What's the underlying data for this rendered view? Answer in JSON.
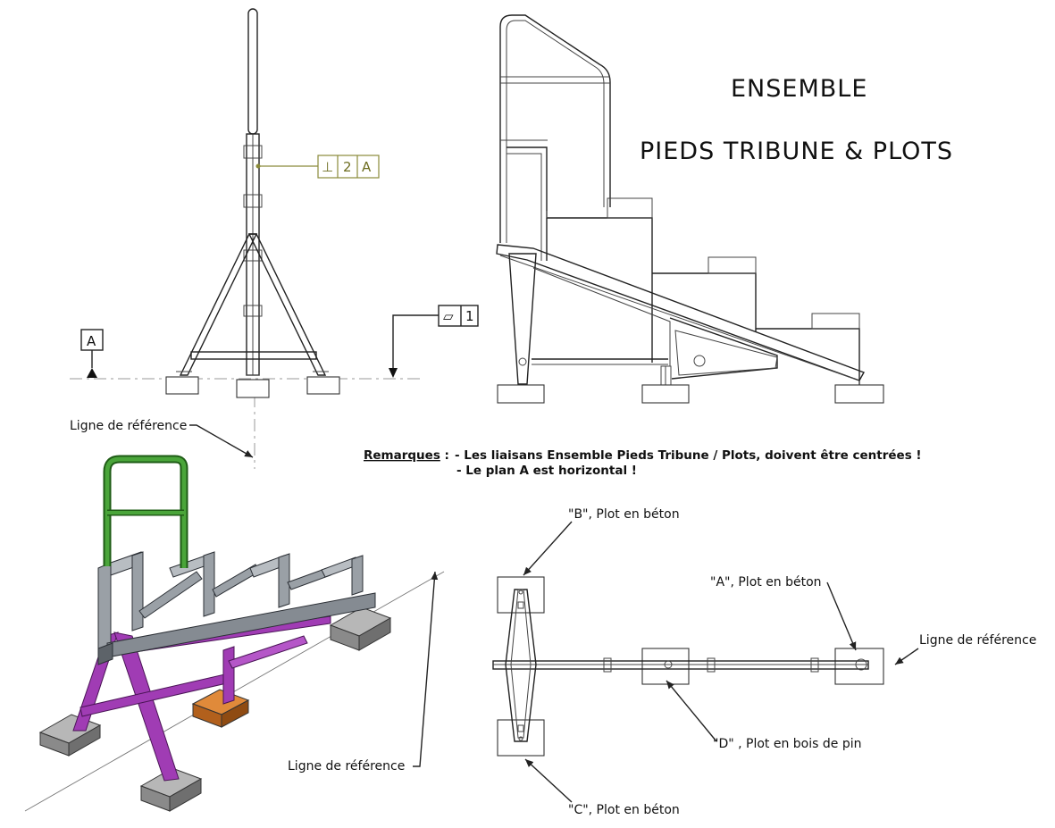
{
  "title": {
    "line1": "ENSEMBLE",
    "line2": "PIEDS TRIBUNE & PLOTS"
  },
  "remarks": {
    "heading": "Remarques",
    "separator": " :",
    "line1": "- Les liaisans Ensemble Pieds Tribune / Plots, doivent être centrées !",
    "line2": "- Le plan A est horizontal !"
  },
  "front_view": {
    "datum_label": "A",
    "perpendicularity": {
      "symbol": "⊥",
      "tolerance": "2",
      "datum": "A"
    },
    "flatness": {
      "symbol": "▱",
      "tolerance": "1"
    },
    "reference_line_label": "Ligne de référence"
  },
  "iso_view": {
    "reference_line_label": "Ligne de référence",
    "colors": {
      "rail": "#3f8f2f",
      "frame": "#8f949a",
      "legs": "#a03cb4",
      "wood_block": "#c0671c",
      "concrete": "#8e8e8e"
    }
  },
  "top_view": {
    "plot_a": "\"A\", Plot en béton",
    "plot_b": "\"B\", Plot en béton",
    "plot_c": "\"C\", Plot en béton",
    "plot_d": "\"D\" , Plot en bois de pin",
    "reference_line_label": "Ligne de référence"
  }
}
